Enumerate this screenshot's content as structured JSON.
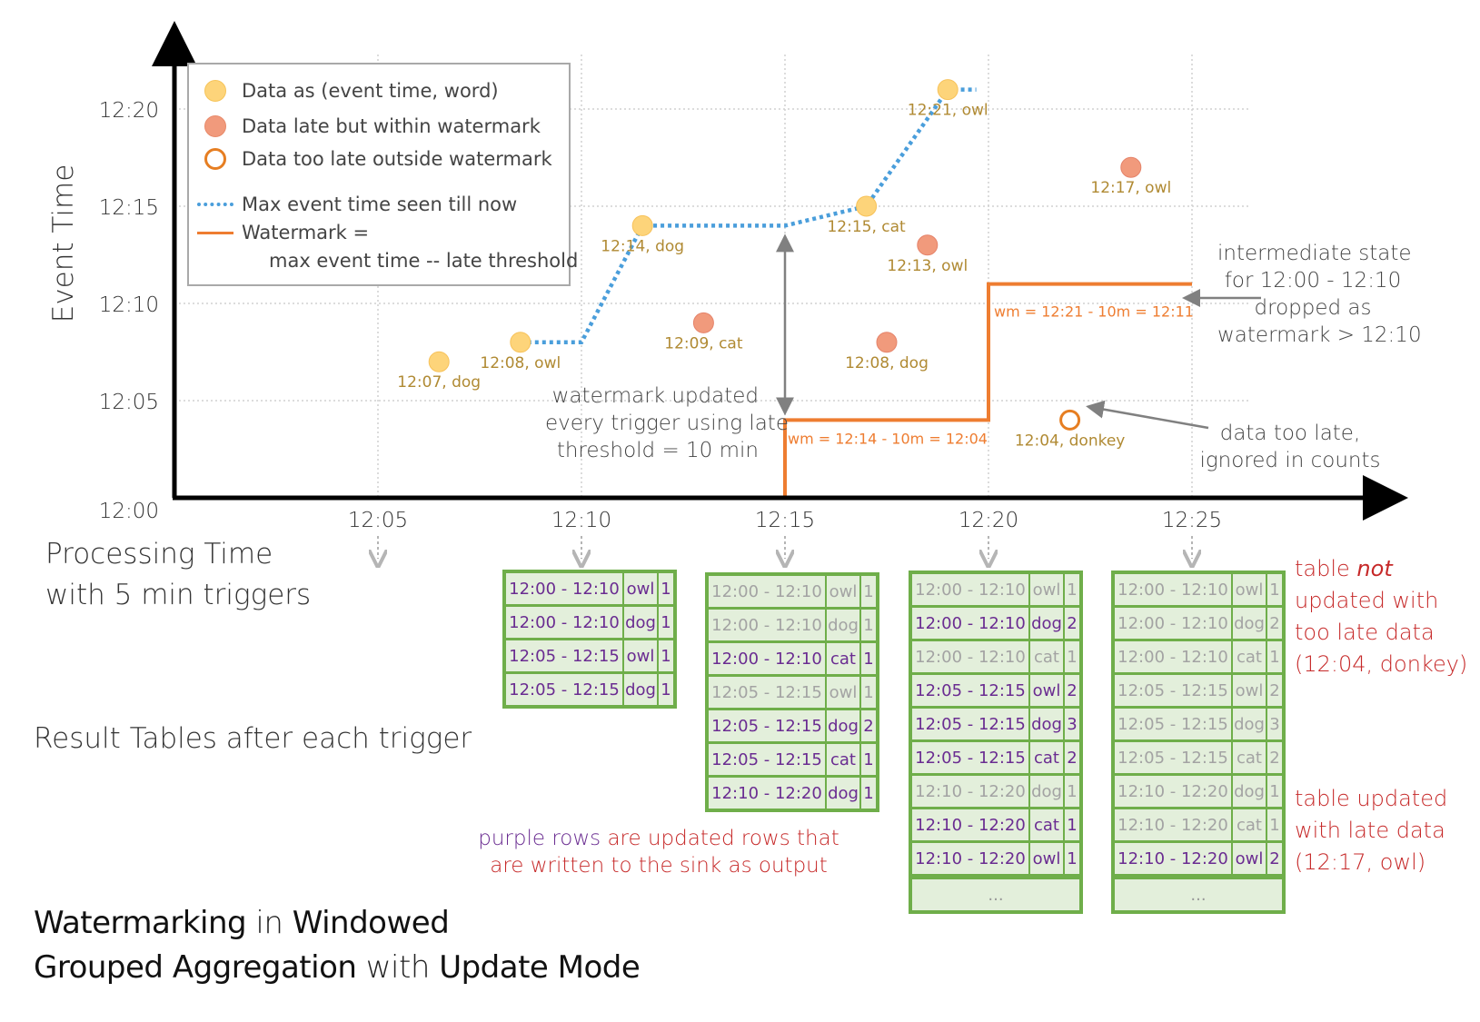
{
  "title": {
    "line1": {
      "a": "Watermarking",
      "b": " in ",
      "c": "Windowed"
    },
    "line2": {
      "a": "Grouped Aggregation",
      "b": " with ",
      "c": "Update Mode"
    }
  },
  "axes": {
    "y_label": "Event Time",
    "x_label_line1": "Processing Time",
    "x_label_line2": "with 5 min triggers",
    "y_ticks": [
      "12:00",
      "12:05",
      "12:10",
      "12:15",
      "12:20"
    ],
    "x_ticks": [
      "12:05",
      "12:10",
      "12:15",
      "12:20",
      "12:25"
    ]
  },
  "legend": {
    "items": [
      {
        "label": "Data as (event time, word)",
        "symbol": "yellow-dot"
      },
      {
        "label": "Data late but within watermark",
        "symbol": "salmon-dot"
      },
      {
        "label": "Data too late outside watermark",
        "symbol": "hollow-orange-dot"
      },
      {
        "label": "Max event time seen till now",
        "symbol": "dotted-blue-line"
      },
      {
        "label": "Watermark =",
        "symbol": "orange-line"
      },
      {
        "label": "max event time -- late threshold",
        "symbol": "none"
      }
    ]
  },
  "colors": {
    "on_time": "#fdd47a",
    "late": "#f19a7c",
    "too_late": "#e67e22",
    "max_line": "#4a9edb",
    "watermark": "#ee7d31",
    "table_green": "#6fae4a",
    "table_fill": "#e3efdb",
    "updated_row": "#6a2c91",
    "stale_row": "#a3a3a3",
    "annotation_red": "#c62828",
    "label_gold": "#b08a33"
  },
  "chart_data": {
    "type": "scatter",
    "x_axis": "processing time",
    "y_axis": "event time",
    "points": [
      {
        "x": "12:06.5",
        "y": "12:07",
        "label": "12:07, dog",
        "kind": "on_time"
      },
      {
        "x": "12:08.5",
        "y": "12:08",
        "label": "12:08, owl",
        "kind": "on_time"
      },
      {
        "x": "12:11.5",
        "y": "12:14",
        "label": "12:14, dog",
        "kind": "on_time"
      },
      {
        "x": "12:13",
        "y": "12:09",
        "label": "12:09, cat",
        "kind": "late"
      },
      {
        "x": "12:17",
        "y": "12:15",
        "label": "12:15, cat",
        "kind": "on_time"
      },
      {
        "x": "12:17.5",
        "y": "12:08",
        "label": "12:08, dog",
        "kind": "late"
      },
      {
        "x": "12:18.5",
        "y": "12:13",
        "label": "12:13, owl",
        "kind": "late"
      },
      {
        "x": "12:19",
        "y": "12:21",
        "label": "12:21, owl",
        "kind": "on_time"
      },
      {
        "x": "12:22",
        "y": "12:04",
        "label": "12:04, donkey",
        "kind": "too_late"
      },
      {
        "x": "12:23.5",
        "y": "12:17",
        "label": "12:17, owl",
        "kind": "late"
      }
    ],
    "max_event_time_line": [
      [
        "12:08.5",
        "12:08"
      ],
      [
        "12:10",
        "12:08"
      ],
      [
        "12:11.5",
        "12:14"
      ],
      [
        "12:15",
        "12:14"
      ],
      [
        "12:17",
        "12:15"
      ],
      [
        "12:19",
        "12:21"
      ],
      [
        "12:19.7",
        "12:21"
      ]
    ],
    "watermark_line": [
      [
        "12:15",
        "12:00"
      ],
      [
        "12:15",
        "12:04"
      ],
      [
        "12:20",
        "12:04"
      ],
      [
        "12:20",
        "12:11"
      ],
      [
        "12:25",
        "12:11"
      ]
    ],
    "watermark_labels": [
      "wm = 12:14 - 10m = 12:04",
      "wm = 12:21 - 10m = 12:11"
    ]
  },
  "annotations": {
    "wm_updated": [
      "watermark updated",
      "every trigger using late",
      "threshold = 10 min"
    ],
    "intermediate": [
      "intermediate state",
      "for 12:00 - 12:10",
      "dropped as",
      "watermark > 12:10"
    ],
    "too_late": [
      "data too late,",
      "ignored in counts"
    ],
    "result_tables_label": "Result Tables after each trigger",
    "purple_note": {
      "purple": "purple rows",
      "rest1": " are updated rows that",
      "line2": "are written to the sink as output"
    },
    "not_updated": {
      "pre": "table ",
      "em": "not",
      "l2": "updated with",
      "l3": "too late data",
      "l4": "(12:04, donkey)"
    },
    "updated_late": [
      "table updated",
      "with late data",
      "(12:17, owl)"
    ]
  },
  "tables": [
    {
      "rows": [
        {
          "window": "12:00 - 12:10",
          "word": "owl",
          "count": "1",
          "updated": true
        },
        {
          "window": "12:00 - 12:10",
          "word": "dog",
          "count": "1",
          "updated": true
        },
        {
          "window": "12:05 - 12:15",
          "word": "owl",
          "count": "1",
          "updated": true
        },
        {
          "window": "12:05 - 12:15",
          "word": "dog",
          "count": "1",
          "updated": true
        }
      ],
      "ellipsis": ""
    },
    {
      "rows": [
        {
          "window": "12:00 - 12:10",
          "word": "owl",
          "count": "1",
          "updated": false
        },
        {
          "window": "12:00 - 12:10",
          "word": "dog",
          "count": "1",
          "updated": false
        },
        {
          "window": "12:00 - 12:10",
          "word": "cat",
          "count": "1",
          "updated": true
        },
        {
          "window": "12:05 - 12:15",
          "word": "owl",
          "count": "1",
          "updated": false
        },
        {
          "window": "12:05 - 12:15",
          "word": "dog",
          "count": "2",
          "updated": true
        },
        {
          "window": "12:05 - 12:15",
          "word": "cat",
          "count": "1",
          "updated": true
        },
        {
          "window": "12:10 - 12:20",
          "word": "dog",
          "count": "1",
          "updated": true
        }
      ],
      "ellipsis": ""
    },
    {
      "rows": [
        {
          "window": "12:00 - 12:10",
          "word": "owl",
          "count": "1",
          "updated": false
        },
        {
          "window": "12:00 - 12:10",
          "word": "dog",
          "count": "2",
          "updated": true
        },
        {
          "window": "12:00 - 12:10",
          "word": "cat",
          "count": "1",
          "updated": false
        },
        {
          "window": "12:05 - 12:15",
          "word": "owl",
          "count": "2",
          "updated": true
        },
        {
          "window": "12:05 - 12:15",
          "word": "dog",
          "count": "3",
          "updated": true
        },
        {
          "window": "12:05 - 12:15",
          "word": "cat",
          "count": "2",
          "updated": true
        },
        {
          "window": "12:10 - 12:20",
          "word": "dog",
          "count": "1",
          "updated": false
        },
        {
          "window": "12:10 - 12:20",
          "word": "cat",
          "count": "1",
          "updated": true
        },
        {
          "window": "12:10 - 12:20",
          "word": "owl",
          "count": "1",
          "updated": true
        }
      ],
      "ellipsis": "..."
    },
    {
      "rows": [
        {
          "window": "12:00 - 12:10",
          "word": "owl",
          "count": "1",
          "updated": false
        },
        {
          "window": "12:00 - 12:10",
          "word": "dog",
          "count": "2",
          "updated": false
        },
        {
          "window": "12:00 - 12:10",
          "word": "cat",
          "count": "1",
          "updated": false
        },
        {
          "window": "12:05 - 12:15",
          "word": "owl",
          "count": "2",
          "updated": false
        },
        {
          "window": "12:05 - 12:15",
          "word": "dog",
          "count": "3",
          "updated": false
        },
        {
          "window": "12:05 - 12:15",
          "word": "cat",
          "count": "2",
          "updated": false
        },
        {
          "window": "12:10 - 12:20",
          "word": "dog",
          "count": "1",
          "updated": false
        },
        {
          "window": "12:10 - 12:20",
          "word": "cat",
          "count": "1",
          "updated": false
        },
        {
          "window": "12:10 - 12:20",
          "word": "owl",
          "count": "2",
          "updated": true
        }
      ],
      "ellipsis": "..."
    }
  ]
}
